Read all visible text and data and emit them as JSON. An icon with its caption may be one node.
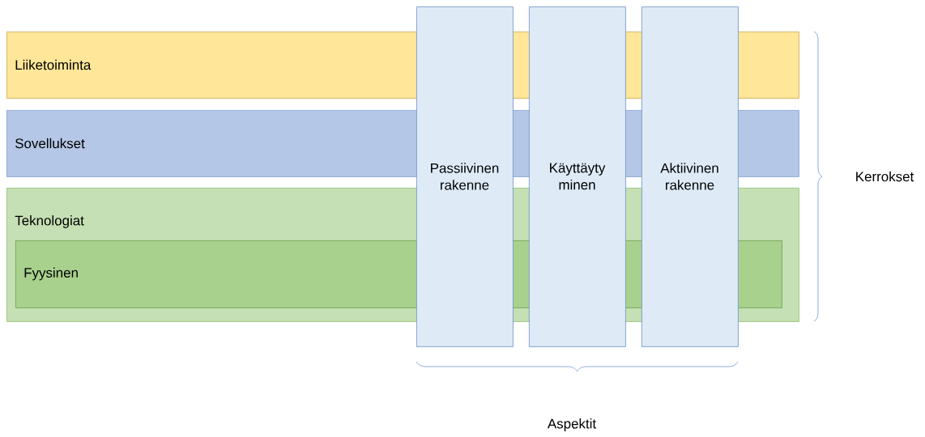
{
  "diagram": {
    "nodes": [
      {
        "text": [
          "Liiketoiminta"
        ]
      },
      {
        "text": [
          "Sovellukset"
        ]
      },
      {
        "text": [
          "Teknologiat"
        ]
      },
      {
        "text": [
          "Fyysinen"
        ],
        "in": 2
      },
      {
        "text": [
          "Passiivinen rakenne"
        ]
      },
      {
        "text": [
          "Käyttäyty minen"
        ]
      },
      {
        "text": [
          "Aktiivinen rakenne"
        ]
      }
    ],
    "labels": [
      "Kerrokset",
      "Aspektit"
    ]
  }
}
